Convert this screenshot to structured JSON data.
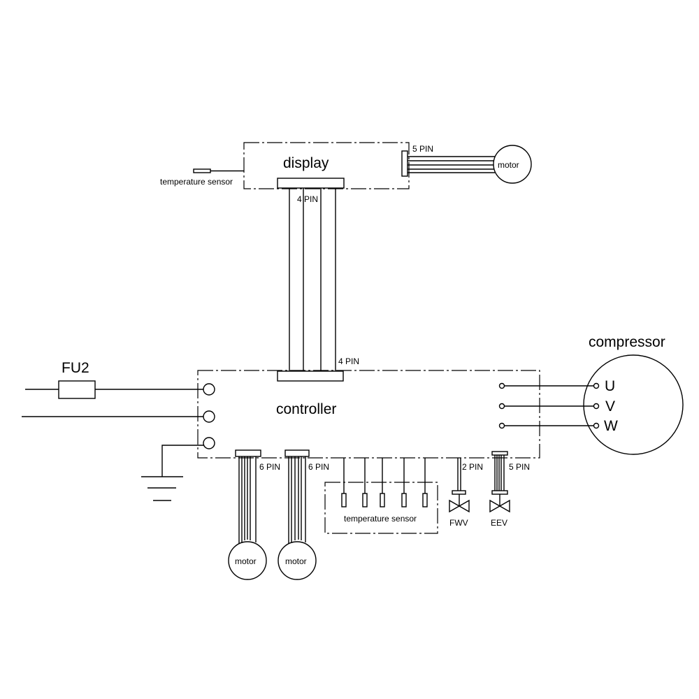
{
  "labels": {
    "display": "display",
    "controller": "controller",
    "compressor": "compressor",
    "fuse": "FU2",
    "temp_sensor_display": "temperature sensor",
    "temp_sensor_controller": "temperature sensor",
    "motor_display": "motor",
    "motor_left": "motor",
    "motor_right": "motor",
    "fwv": "FWV",
    "eev": "EEV",
    "phase_u": "U",
    "phase_v": "V",
    "phase_w": "W"
  },
  "pins": {
    "display_motor": "5 PIN",
    "display_bus": "4 PIN",
    "controller_bus": "4 PIN",
    "motor_left": "6 PIN",
    "motor_right": "6 PIN",
    "fwv": "2 PIN",
    "eev": "5 PIN"
  }
}
